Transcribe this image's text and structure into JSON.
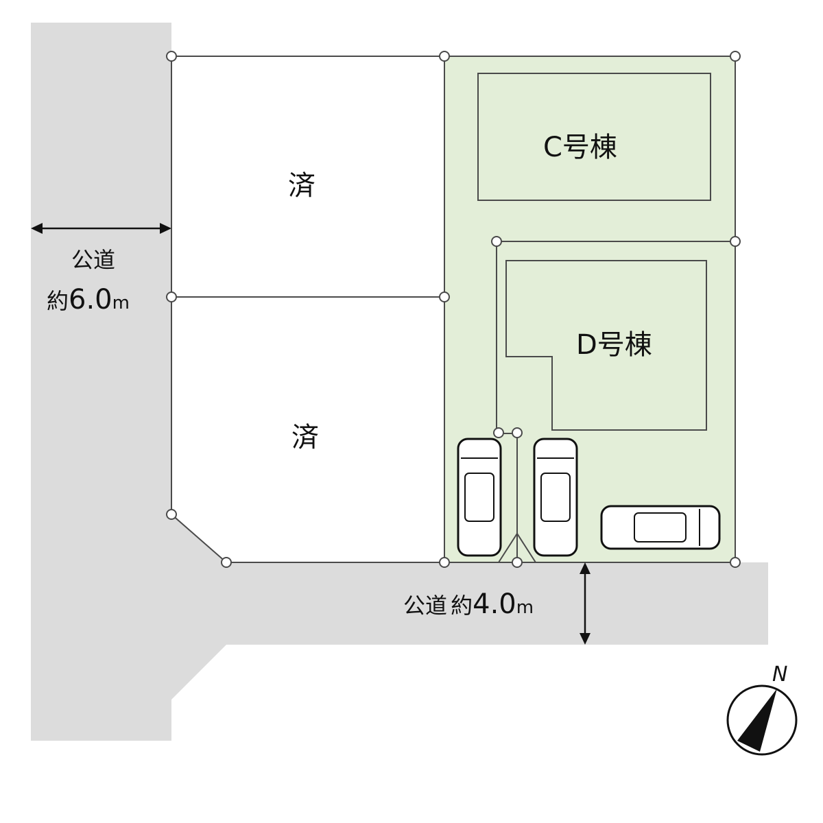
{
  "lots": {
    "sold_upper": "済",
    "sold_lower": "済",
    "building_c": "C号棟",
    "building_d": "D号棟"
  },
  "roads": {
    "west": {
      "name": "公道",
      "approx": "約",
      "width_value": "6.0",
      "unit": "m"
    },
    "south": {
      "name": "公道",
      "approx": "約",
      "width_value": "4.0",
      "unit": "m"
    }
  },
  "compass": {
    "label": "N"
  },
  "colors": {
    "road": "#dcdcdc",
    "site": "#e3eed8",
    "line": "#4a4a4a"
  }
}
